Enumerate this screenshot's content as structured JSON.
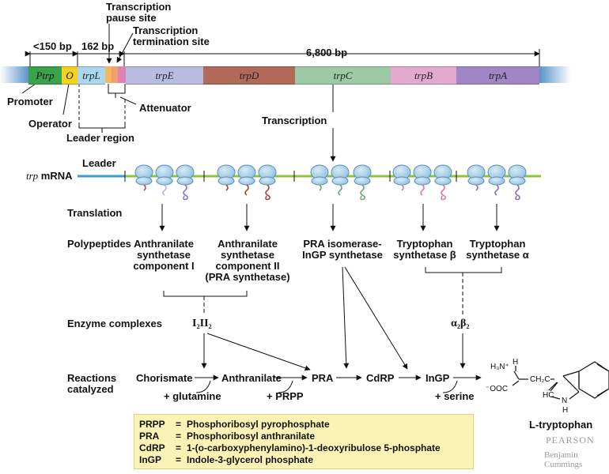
{
  "header": {
    "pause_site": [
      "Transcription",
      "pause site"
    ],
    "termination_site": [
      "Transcription",
      "termination site"
    ],
    "dist_150": "<150 bp",
    "dist_162": "162 bp",
    "dist_6800": "6,800 bp"
  },
  "operon": {
    "promoter_label": "Ptrp",
    "operator_label": "O",
    "trpL": "trpL",
    "genes": [
      "trpE",
      "trpD",
      "trpC",
      "trpB",
      "trpA"
    ],
    "promoter_caption": "Promoter",
    "operator_caption": "Operator",
    "attenuator_caption": "Attenuator",
    "leader_region_caption": "Leader region"
  },
  "transcription_label": "Transcription",
  "mrna": {
    "label_trp": "trp",
    "label_mrna": "mRNA",
    "leader": "Leader"
  },
  "row_labels": {
    "translation": "Translation",
    "polypeptides": "Polypeptides",
    "enzyme_complexes": "Enzyme complexes",
    "reactions": [
      "Reactions",
      "catalyzed"
    ]
  },
  "polypeptides": {
    "p1": [
      "Anthranilate",
      "synthetase",
      "component I"
    ],
    "p2": [
      "Anthranilate",
      "synthetase",
      "component II",
      "(PRA synthetase)"
    ],
    "p3": [
      "PRA isomerase-",
      "InGP synthetase"
    ],
    "p4": [
      "Tryptophan",
      "synthetase β"
    ],
    "p5": [
      "Tryptophan",
      "synthetase α"
    ]
  },
  "complexes": {
    "c1": "I₂II₂",
    "c2": "α₂β₂"
  },
  "reactions": {
    "chorismate": "Chorismate",
    "anthranilate": "Anthranilate",
    "pra": "PRA",
    "cdrp": "CdRP",
    "ingp": "InGP",
    "glutamine": "+ glutamine",
    "prpp": "+ PRPP",
    "serine": "+ serine",
    "product": "L-tryptophan"
  },
  "structure": {
    "h3n": "H₃N⁺",
    "h": "H",
    "ch2c": "CH₂C",
    "ooc": "⁻OOC",
    "hc": "HC",
    "n": "N",
    "nh": "H"
  },
  "legend": [
    {
      "abbr": "PRPP",
      "eq": "=",
      "def": "Phosphoribosyl pyrophosphate"
    },
    {
      "abbr": "PRA",
      "eq": "=",
      "def": "Phosphoribosyl anthranilate"
    },
    {
      "abbr": "CdRP",
      "eq": "=",
      "def": "1-(o-carboxyphenylamino)-1-deoxyribulose 5-phosphate"
    },
    {
      "abbr": "InGP",
      "eq": "=",
      "def": "Indole-3-glycerol phosphate"
    }
  ],
  "publisher": {
    "pearson": "PEARSON",
    "line1": "Benjamin",
    "line2": "Cummings"
  },
  "colors": {
    "promoter": "#3aa24a",
    "operator": "#f4d21f",
    "trpL": "#a9d7ef",
    "trpE": "#b8bce0",
    "trpD": "#b16a5a",
    "trpC": "#9ec9a6",
    "trpB": "#e4a9cf",
    "trpA": "#a086c4",
    "dna_end": "#5b93c9",
    "mrna_leader": "#3a9bd8",
    "mrna_body": "#8cc43c",
    "ribosome": "#a9cde6",
    "legend_bg": "#fbf3b5"
  }
}
